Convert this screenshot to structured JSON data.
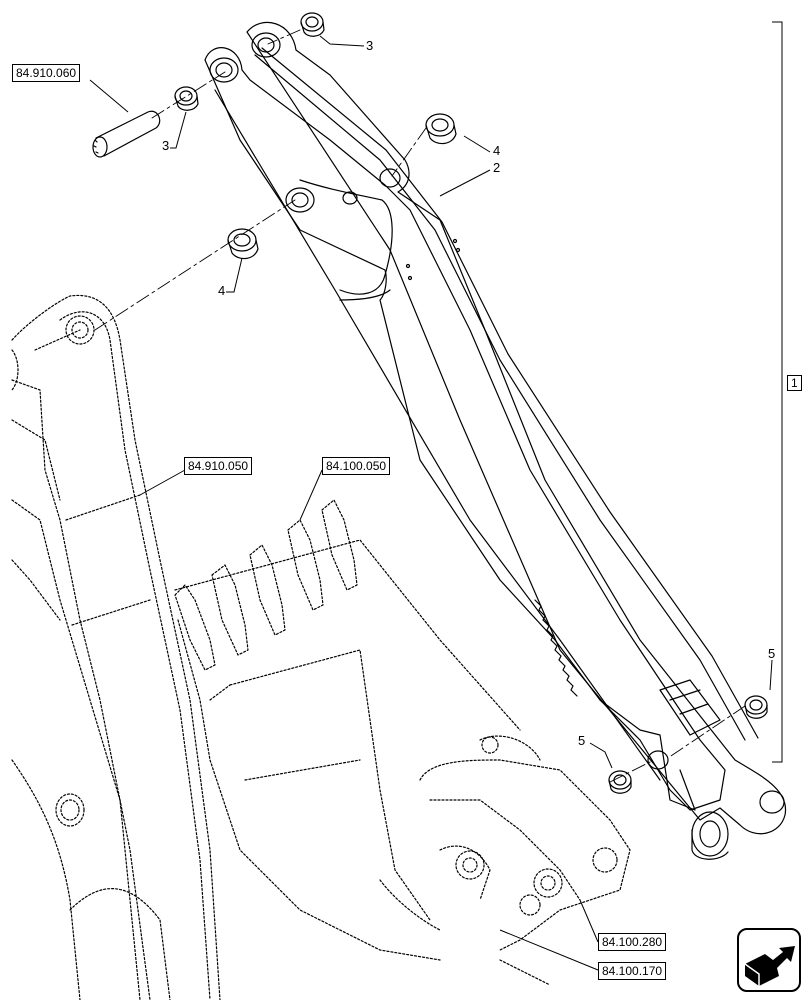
{
  "references": {
    "pin_ref": "84.910.060",
    "arm_ref": "84.910.050",
    "bucket_ref": "84.100.050",
    "link_ref_a": "84.100.280",
    "link_ref_b": "84.100.170"
  },
  "callouts": {
    "bushing_top": "3",
    "bushing_left": "3",
    "spacer_right": "4",
    "spacer_left": "4",
    "link": "2",
    "spacer_lower_right": "5",
    "spacer_lower_left": "5"
  },
  "assembly": {
    "label": "1"
  },
  "icons": {
    "navigation": "view-arrow-icon"
  }
}
